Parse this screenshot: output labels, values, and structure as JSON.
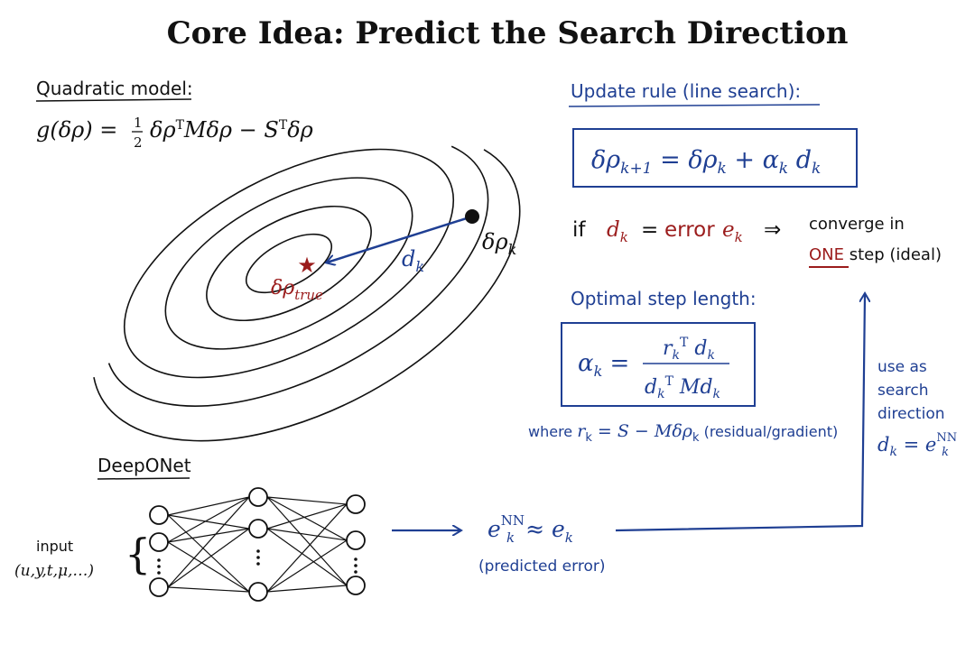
{
  "title": "Core Idea: Predict the Search Direction",
  "colors": {
    "ink": "#111111",
    "blue": "#1f3f93",
    "red": "#9b1c1c",
    "background": "#ffffff"
  },
  "quadratic": {
    "heading": "Quadratic model:",
    "lhs": "g(δρ)",
    "frac_num": "1",
    "frac_den": "2",
    "term1_base": "δρ",
    "term1_sup": "T",
    "term1_rest": "Mδρ",
    "minus": " − ",
    "term2_base": "S",
    "term2_sup": "T",
    "term2_rest": "δρ",
    "point_label": "δρ",
    "point_sub": "k",
    "dir_label": "d",
    "dir_sub": "k",
    "true_label": "δρ",
    "true_sub": "true"
  },
  "update_rule": {
    "heading": "Update rule (line search):",
    "lhs": "δρ",
    "lhs_sub": "k+1",
    "eq": " = ",
    "rhs1": "δρ",
    "rhs1_sub": "k",
    "plus": " + ",
    "alpha": "α",
    "alpha_sub": "k",
    "d": " d",
    "d_sub": "k"
  },
  "condition": {
    "if_text": "if",
    "d": "d",
    "d_sub": "k",
    "eq": "=",
    "error_word": "error",
    "e": "e",
    "e_sub": "k",
    "implies": "⇒",
    "converge_line1": "converge in",
    "one_word": "ONE",
    "converge_line2": " step (ideal)"
  },
  "step_length": {
    "heading": "Optimal step length:",
    "alpha": "α",
    "alpha_sub": "k",
    "eq": " = ",
    "num_r": "r",
    "num_r_sub": "k",
    "num_r_sup": "T",
    "num_d": " d",
    "num_d_sub": "k",
    "den_d": "d",
    "den_d_sub": "k",
    "den_d_sup": "T",
    "den_mid": " Md",
    "den_end_sub": "k",
    "where": "where  ",
    "r": "r",
    "r_sub": "k",
    "r_eq": " = ",
    "rhs": "S − Mδρ",
    "rhs_sub": "k",
    "note": "  (residual/gradient)"
  },
  "use_as": {
    "line1": "use as",
    "line2": "search",
    "line3": "direction",
    "d": "d",
    "d_sub": "k",
    "eq": " = ",
    "e": "e",
    "e_sup": "NN",
    "e_sub": "k"
  },
  "deeponet": {
    "heading": "DeepONet",
    "input_label": "input",
    "input_vars": "(u,y,t,μ,…)"
  },
  "prediction": {
    "e": "e",
    "e_sup": "NN",
    "e_sub": "k",
    "approx": " ≈ ",
    "e2": "e",
    "e2_sub": "k",
    "caption": "(predicted error)"
  }
}
